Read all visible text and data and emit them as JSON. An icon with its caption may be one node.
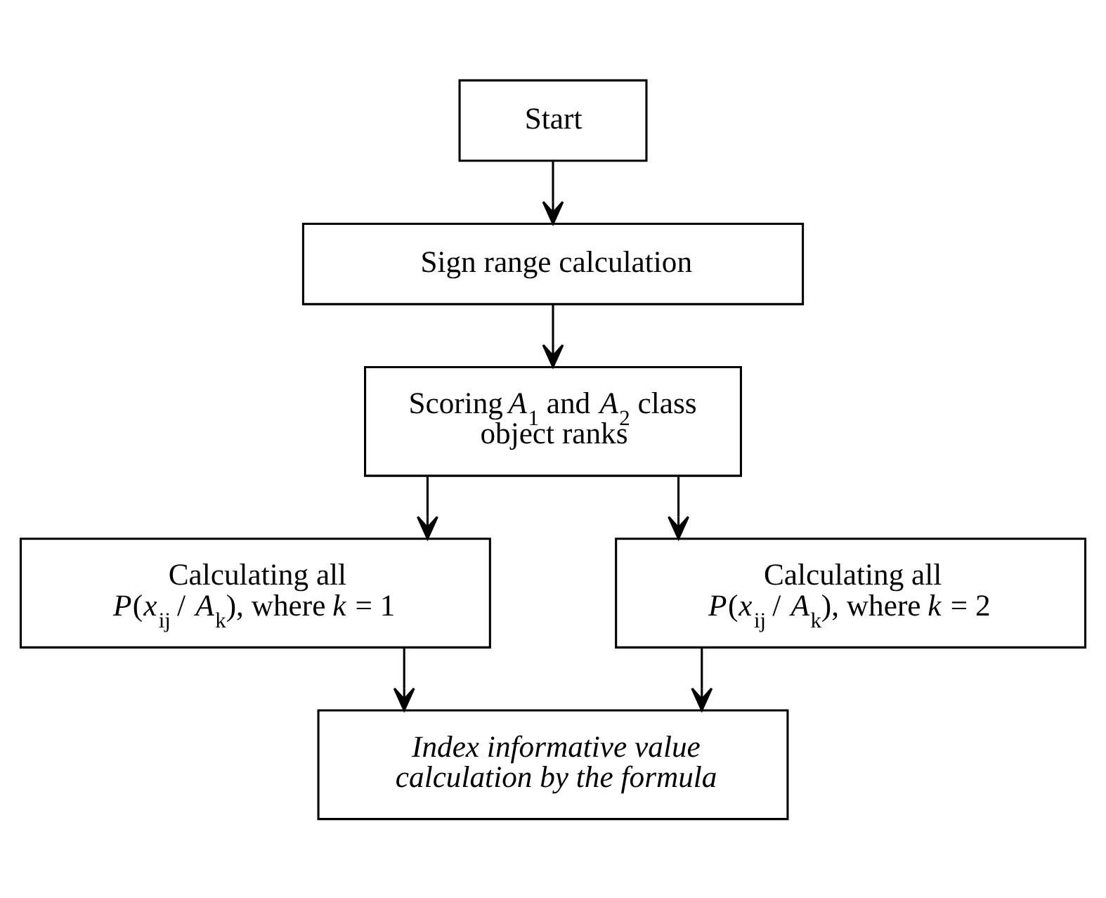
{
  "diagram": {
    "nodes": [
      {
        "text": [
          "Start"
        ]
      },
      {
        "text": [
          "Sign range calculation"
        ]
      },
      {
        "text": [
          "Scoring *A*$_{1}$ and *A*$_{2}$ class object ranks"
        ]
      },
      {
        "text": [
          "Calculating all *P*(*x*$_{ij}$ / *A*$_{k}$), where *k* = 1"
        ]
      },
      {
        "text": [
          "Calculating all *P*(*x*$_{ij}$ / *A*$_{k}$), where *k* = 2"
        ]
      },
      {
        "text": [
          "Index informative value calculation by the formula"
        ]
      }
    ],
    "edges": [
      {
        "from": 0,
        "to": 1,
        "arrow": "to"
      },
      {
        "from": 1,
        "to": 2,
        "arrow": "to"
      },
      {
        "from": 2,
        "to": 3,
        "arrow": "to"
      },
      {
        "from": 2,
        "to": 4,
        "arrow": "to"
      },
      {
        "from": 3,
        "to": 5,
        "arrow": "to"
      },
      {
        "from": 4,
        "to": 5,
        "arrow": "to"
      }
    ]
  }
}
